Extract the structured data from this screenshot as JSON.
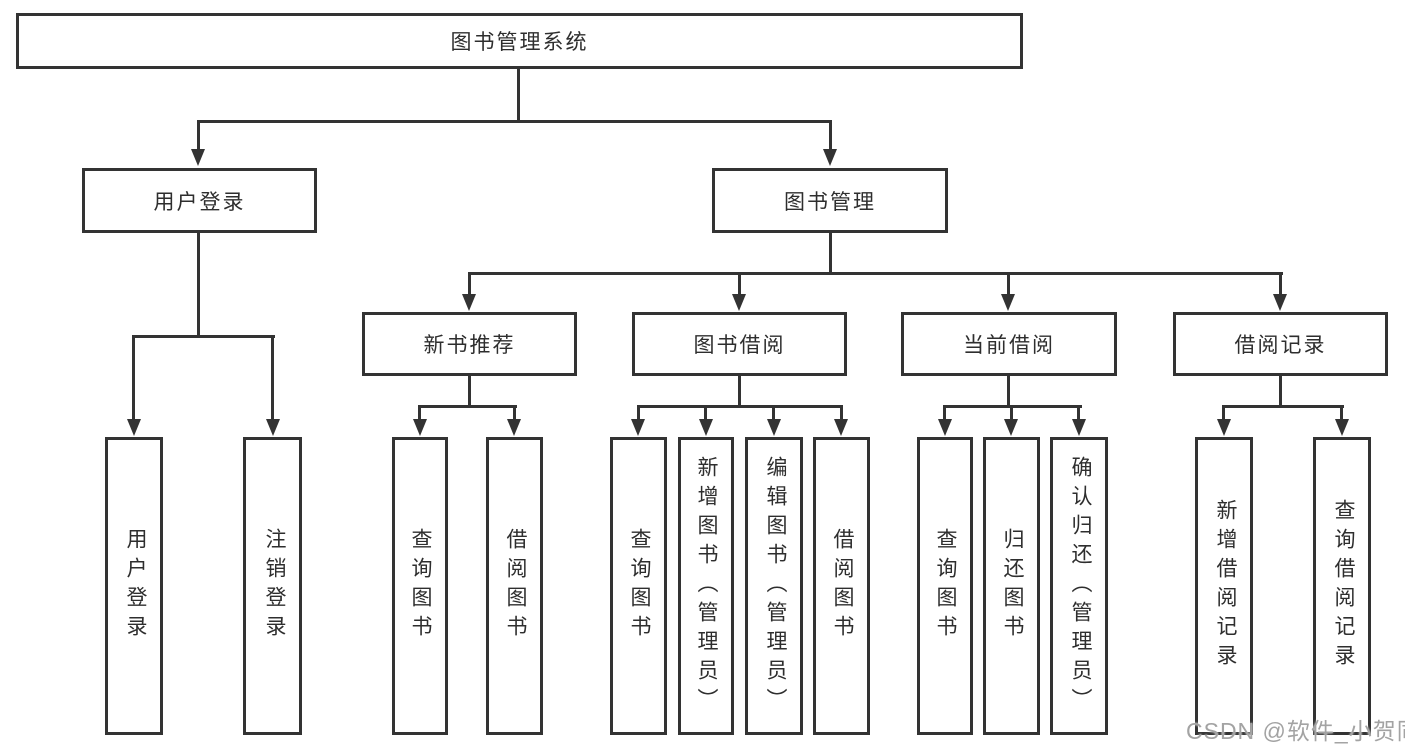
{
  "tree": {
    "root": {
      "label": "图书管理系统",
      "children": [
        {
          "label": "用户登录",
          "children": [
            {
              "label": "用户登录"
            },
            {
              "label": "注销登录"
            }
          ]
        },
        {
          "label": "图书管理",
          "children": [
            {
              "label": "新书推荐",
              "children": [
                {
                  "label": "查询图书"
                },
                {
                  "label": "借阅图书"
                }
              ]
            },
            {
              "label": "图书借阅",
              "children": [
                {
                  "label": "查询图书"
                },
                {
                  "label": "新增图书（管理员）"
                },
                {
                  "label": "编辑图书（管理员）"
                },
                {
                  "label": "借阅图书"
                }
              ]
            },
            {
              "label": "当前借阅",
              "children": [
                {
                  "label": "查询图书"
                },
                {
                  "label": "归还图书"
                },
                {
                  "label": "确认归还（管理员）"
                }
              ]
            },
            {
              "label": "借阅记录",
              "children": [
                {
                  "label": "新增借阅记录"
                },
                {
                  "label": "查询借阅记录"
                }
              ]
            }
          ]
        }
      ]
    }
  },
  "watermark": "CSDN @软件_小贺同学",
  "colors": {
    "line": "#333333",
    "box_border": "#333333",
    "box_background": "#ffffff",
    "text": "#2e2e2e",
    "watermark": "#a3a3a3",
    "page_background": "#ffffff"
  }
}
